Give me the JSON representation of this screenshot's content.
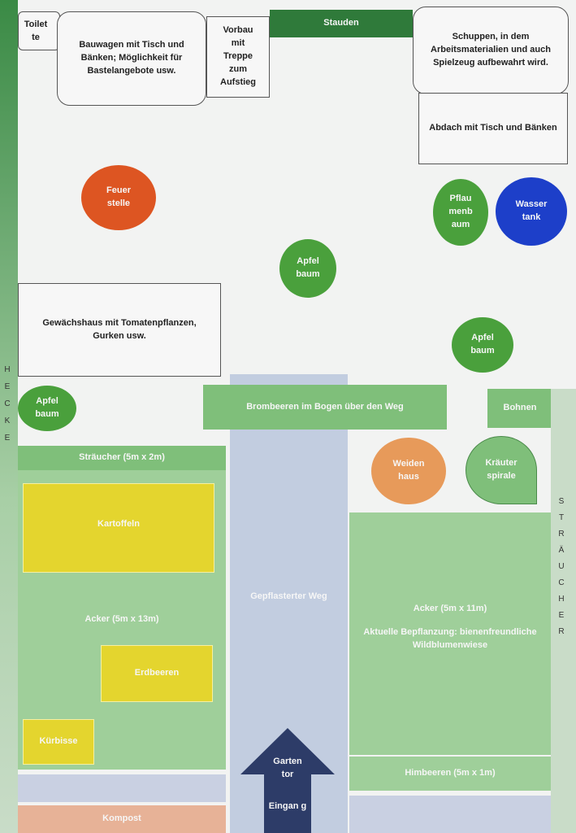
{
  "labels": {
    "toilette": "Toilet te",
    "bauwagen": "Bauwagen mit Tisch und Bänken; Möglichkeit für Bastelangebote usw.",
    "vorbau": "Vorbau mit Treppe zum Aufstieg",
    "stauden": "Stauden",
    "schuppen": "Schuppen, in dem Arbeitsmaterialien und auch Spielzeug aufbewahrt wird.",
    "abdach": "Abdach mit Tisch und Bänken",
    "feuerstelle": "Feuer stelle",
    "pflaumenbaum": "Pflau menb aum",
    "wassertank": "Wasser tank",
    "apfelbaum_center": "Apfel baum",
    "gewaechshaus": "Gewächshaus mit Tomatenpflanzen, Gurken usw.",
    "apfelbaum_right": "Apfel baum",
    "apfelbaum_left": "Apfel baum",
    "brombeeren": "Brombeeren im Bogen über den Weg",
    "bohnen": "Bohnen",
    "straeucher": "Sträucher (5m x 2m)",
    "weidenhaus": "Weiden haus",
    "kraeuterspirale": "Kräuter spirale",
    "kartoffeln": "Kartoffeln",
    "weg": "Gepflasterter Weg",
    "acker_left": "Acker (5m x 13m)",
    "acker_right": "Acker (5m x 11m)",
    "acker_right_note": "Aktuelle Bepflanzung: bienenfreundliche Wildblumenwiese",
    "erdbeeren": "Erdbeeren",
    "kuerbisse": "Kürbisse",
    "himbeeren": "Himbeeren (5m x 1m)",
    "gartentor": "Garten tor",
    "eingang": "Eingan g",
    "kompost": "Kompost",
    "hecke": [
      "H",
      "E",
      "C",
      "K",
      "E"
    ],
    "straeucher_side": [
      "S",
      "T",
      "R",
      "Ä",
      "U",
      "C",
      "H",
      "E",
      "R"
    ]
  },
  "colors": {
    "dark_green": "#2f7a3a",
    "green": "#7fbf7a",
    "light_green": "#a5d1a0",
    "orange_red": "#dd5522",
    "orange": "#e79a5a",
    "blue": "#1d3fc9",
    "yellow": "#e4d52e",
    "path_blue": "#c2cde0",
    "navy": "#2d3c68",
    "salmon": "#e7b297"
  }
}
